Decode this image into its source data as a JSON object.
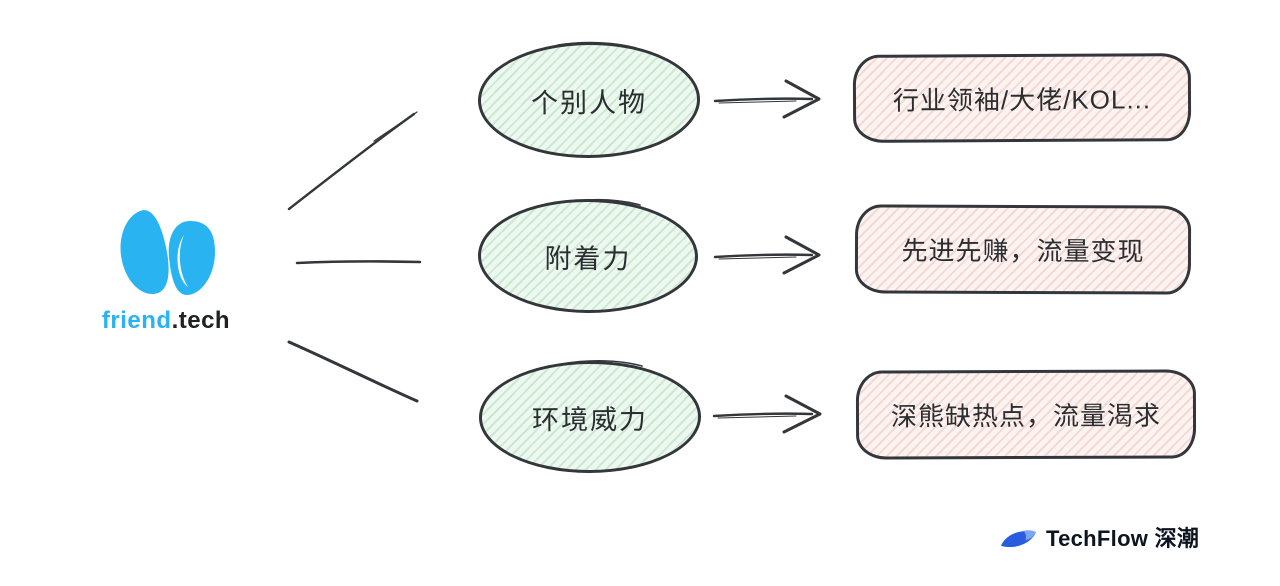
{
  "root": {
    "brand_blue": "friend",
    "brand_dark": ".tech"
  },
  "nodes": [
    {
      "label": "个别人物"
    },
    {
      "label": "附着力"
    },
    {
      "label": "环境威力"
    }
  ],
  "outcomes": [
    {
      "label": "行业领袖/大佬/KOL..."
    },
    {
      "label": "先进先赚，流量变现"
    },
    {
      "label": "深熊缺热点，流量渴求"
    }
  ],
  "footer": {
    "brand": "TechFlow 深潮"
  },
  "colors": {
    "ink": "#33373b",
    "node_fill": "#edf8f0",
    "node_hatch": "#cbe8d1",
    "outcome_fill": "#fdf4f2",
    "outcome_hatch": "#f5d7d3",
    "friend_blue": "#29b4f1",
    "techflow_blue": "#2a5ce0",
    "techflow_blue_light": "#79a5f3"
  }
}
